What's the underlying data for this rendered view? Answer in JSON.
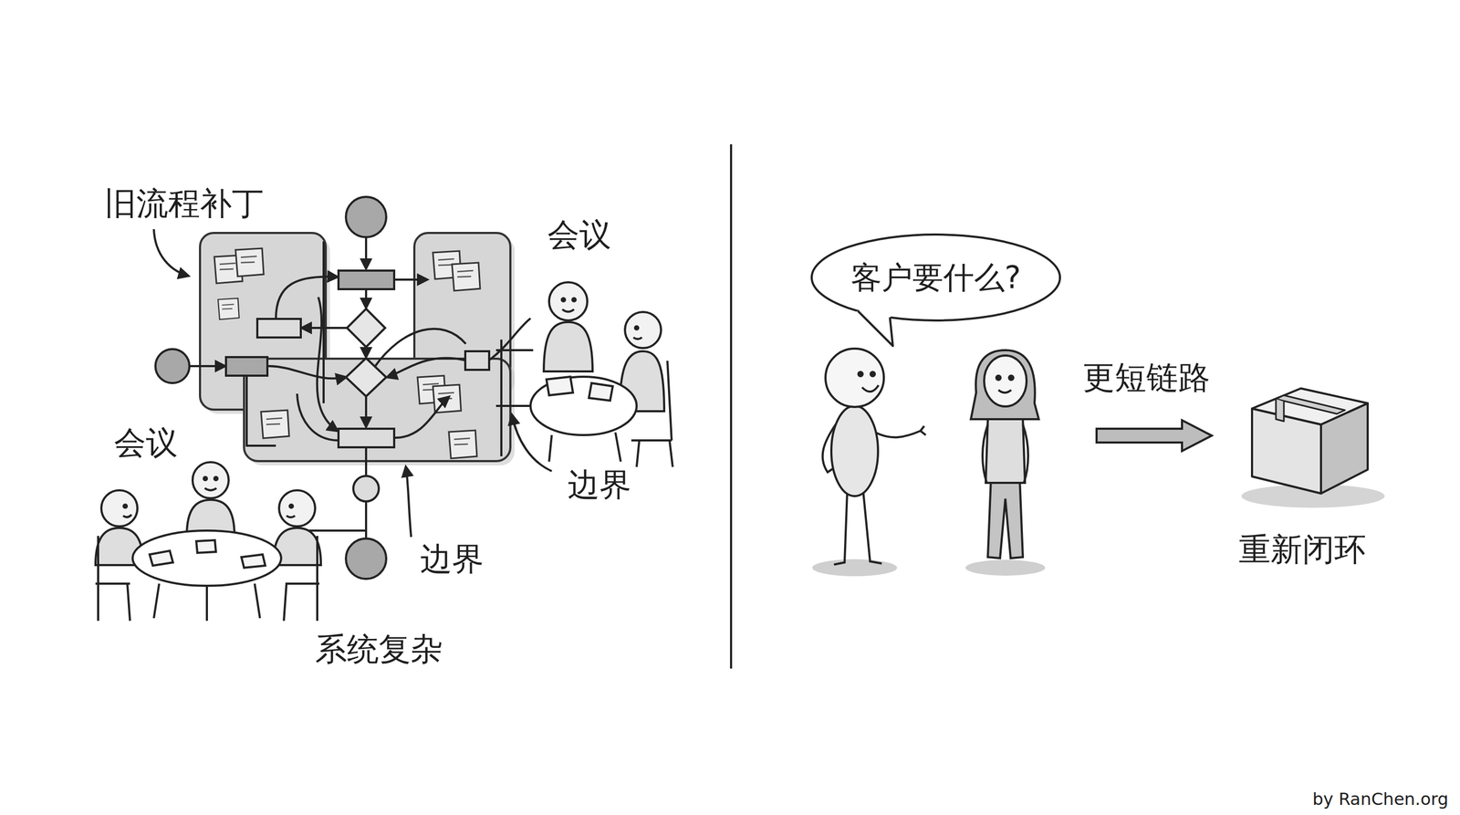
{
  "diagram": {
    "nodes": [
      {
        "text": [
          "客户要什么?"
        ]
      }
    ],
    "labels": [
      "旧流程补丁",
      "会议",
      "会议",
      "边界",
      "边界",
      "系统复杂",
      "更短链路",
      "重新闭环",
      "by RanChen.org"
    ]
  }
}
